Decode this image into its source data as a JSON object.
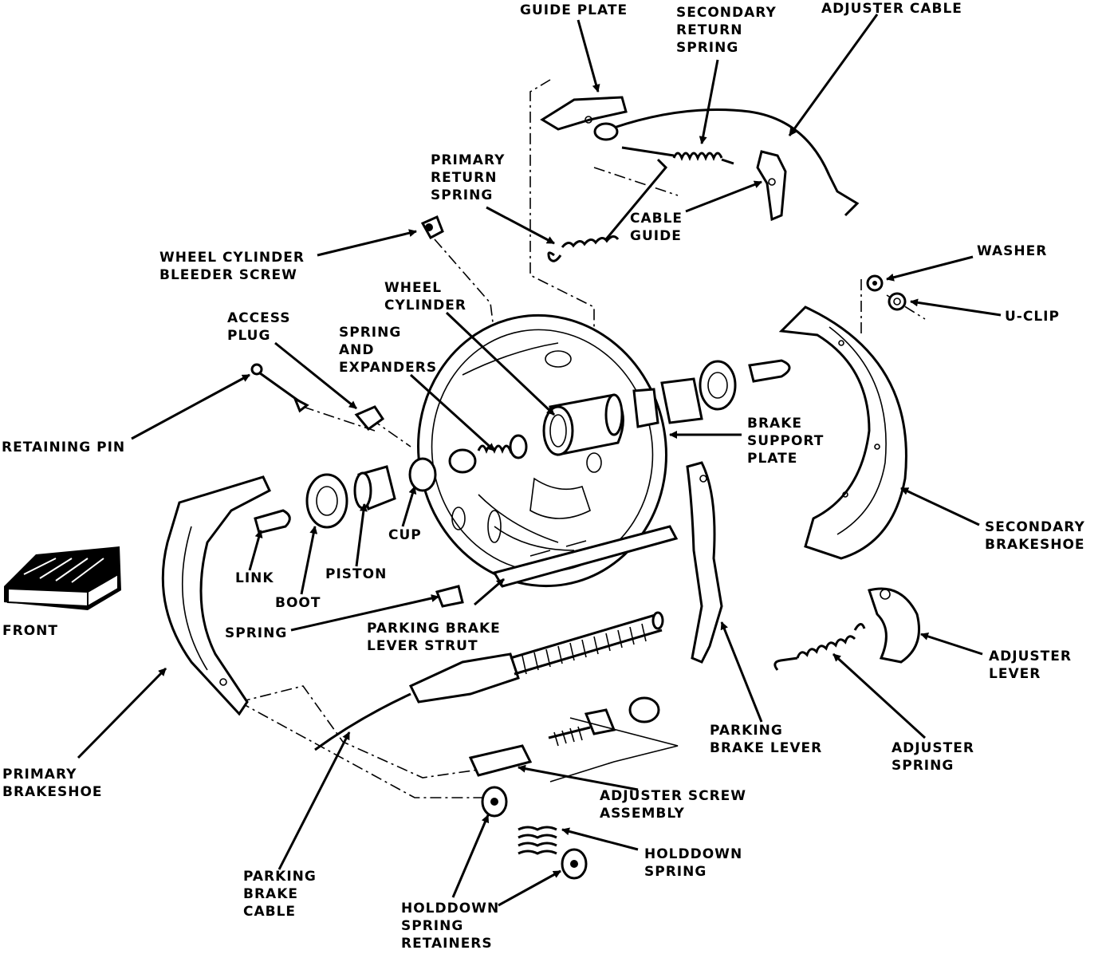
{
  "labels": {
    "guide_plate": "GUIDE PLATE",
    "secondary_return_spring": [
      "SECONDARY",
      "RETURN",
      "SPRING"
    ],
    "adjuster_cable": "ADJUSTER CABLE",
    "primary_return_spring": [
      "PRIMARY",
      "RETURN",
      "SPRING"
    ],
    "cable_guide": [
      "CABLE",
      "GUIDE"
    ],
    "wheel_cylinder_bleeder_screw": [
      "WHEEL CYLINDER",
      "BLEEDER SCREW"
    ],
    "wheel_cylinder": [
      "WHEEL",
      "CYLINDER"
    ],
    "washer": "WASHER",
    "u_clip": "U-CLIP",
    "access_plug": [
      "ACCESS",
      "PLUG"
    ],
    "spring_and_expanders": [
      "SPRING",
      "AND",
      "EXPANDERS"
    ],
    "retaining_pin": "RETAINING PIN",
    "brake_support_plate": [
      "BRAKE",
      "SUPPORT",
      "PLATE"
    ],
    "secondary_brakeshoe": [
      "SECONDARY",
      "BRAKESHOE"
    ],
    "cup": "CUP",
    "link": "LINK",
    "piston": "PISTON",
    "boot": "BOOT",
    "front": "FRONT",
    "spring": "SPRING",
    "parking_brake_lever_strut": [
      "PARKING BRAKE",
      "LEVER STRUT"
    ],
    "adjuster_lever": [
      "ADJUSTER",
      "LEVER"
    ],
    "parking_brake_lever": [
      "PARKING",
      "BRAKE LEVER"
    ],
    "adjuster_spring": [
      "ADJUSTER",
      "SPRING"
    ],
    "primary_brakeshoe": [
      "PRIMARY",
      "BRAKESHOE"
    ],
    "adjuster_screw_assembly": [
      "ADJUSTER SCREW",
      "ASSEMBLY"
    ],
    "holddown_spring": [
      "HOLDDOWN",
      "SPRING"
    ],
    "parking_brake_cable": [
      "PARKING",
      "BRAKE",
      "CABLE"
    ],
    "holddown_spring_retainers": [
      "HOLDDOWN",
      "SPRING",
      "RETAINERS"
    ]
  }
}
